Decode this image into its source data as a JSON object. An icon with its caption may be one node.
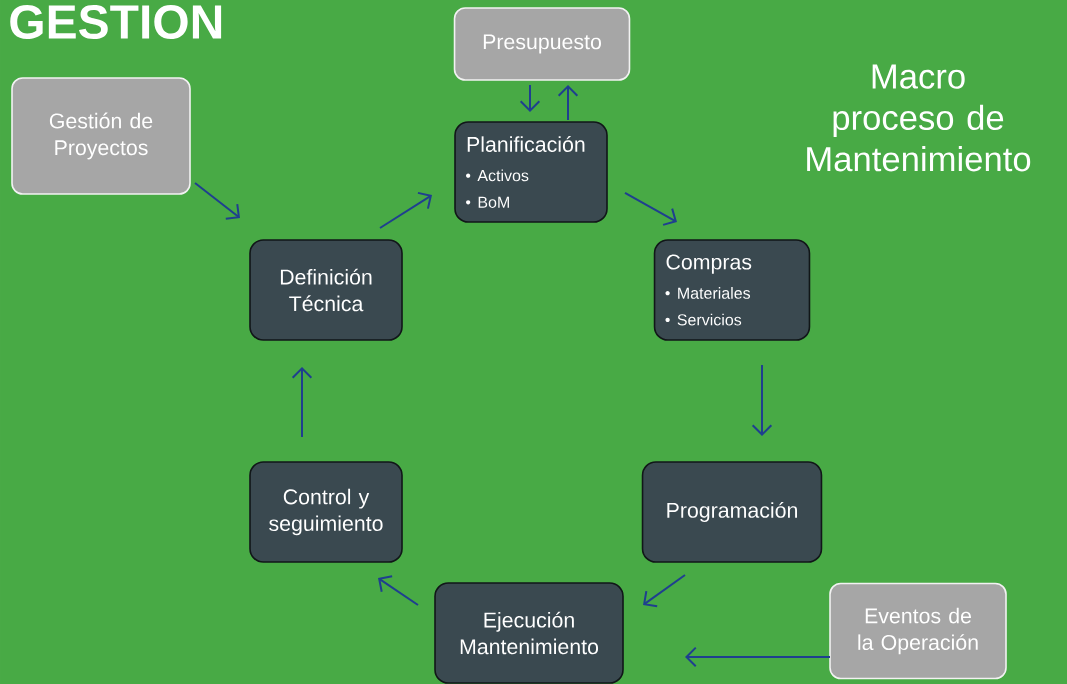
{
  "diagram": {
    "title": "GESTION",
    "nodes": [
      {
        "text": [
          "Presupuesto"
        ]
      },
      {
        "text": [
          "Gestión de Proyectos"
        ]
      },
      {
        "text": [
          "Planificación",
          "Activos",
          "BoM"
        ]
      },
      {
        "text": [
          "Compras",
          "Materiales",
          "Servicios"
        ]
      },
      {
        "text": [
          "Definición Técnica"
        ]
      },
      {
        "text": [
          "Programación"
        ]
      },
      {
        "text": [
          "Control y seguimiento"
        ]
      },
      {
        "text": [
          "Ejecución Mantenimiento"
        ]
      },
      {
        "text": [
          "Eventos de la Operación"
        ]
      }
    ],
    "edges": [
      {
        "from": 0,
        "to": 2,
        "arrow": "to"
      },
      {
        "from": 2,
        "to": 0,
        "arrow": "to"
      },
      {
        "from": 1,
        "to": 4,
        "arrow": "to"
      },
      {
        "from": 4,
        "to": 2,
        "arrow": "to"
      },
      {
        "from": 2,
        "to": 3,
        "arrow": "to"
      },
      {
        "from": 3,
        "to": 5,
        "arrow": "to"
      },
      {
        "from": 5,
        "to": 7,
        "arrow": "to"
      },
      {
        "from": 8,
        "to": 7,
        "arrow": "to"
      },
      {
        "from": 7,
        "to": 6,
        "arrow": "to"
      },
      {
        "from": 6,
        "to": 4,
        "arrow": "to"
      }
    ],
    "labels": [
      "Macro proceso de Mantenimiento"
    ]
  }
}
